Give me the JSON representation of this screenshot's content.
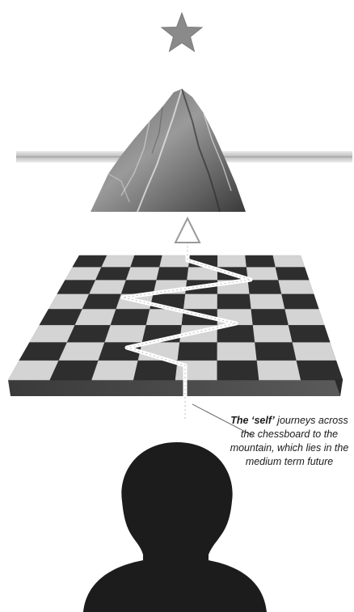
{
  "diagram": {
    "caption": {
      "lead": "The ‘self’",
      "rest": " journeys across the chessboard to the mountain, which lies in the medium term future"
    },
    "elements": {
      "goal": "star-icon",
      "destination": "mountain-peak",
      "terrain": "chessboard",
      "path": "zigzag-path-arrow",
      "traveller": "person-silhouette-icon"
    },
    "colors": {
      "star": "#8a8a8a",
      "dark_square": "#2e2e2e",
      "light_square": "#d4d4d4",
      "silhouette": "#1c1c1c",
      "path": "#ffffff"
    }
  }
}
